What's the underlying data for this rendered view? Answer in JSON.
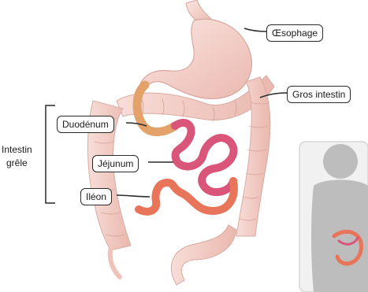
{
  "labels": {
    "oesophage": "Œsophage",
    "gros_intestin": "Gros intestin",
    "duodenum": "Duodénum",
    "jejunum": "Jéjunum",
    "ileon": "Iléon",
    "intestin_grele_line1": "Intestin",
    "intestin_grele_line2": "grêle"
  },
  "colors": {
    "stomach": "#f6d8d2",
    "colon": "#f4cfc8",
    "duodenum": "#e3a26a",
    "jejunum": "#d9557a",
    "ileon": "#e8745a",
    "silhouette": "#bdbdbd"
  }
}
